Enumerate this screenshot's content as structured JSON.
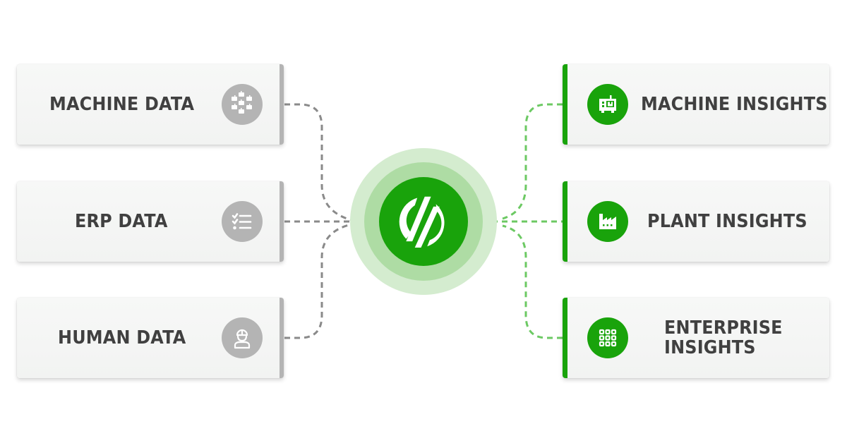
{
  "colors": {
    "brand_green": "#19a30b",
    "ring_outer": "#d4eccf",
    "ring_middle": "#aedca4",
    "input_gray": "#b4b4b4",
    "text_dark": "#404040",
    "connector_gray": "#8a8a8a",
    "connector_green": "#6cc963"
  },
  "inputs": [
    {
      "label": "MACHINE DATA",
      "icon": "machines-cluster-icon"
    },
    {
      "label": "ERP DATA",
      "icon": "checklist-icon"
    },
    {
      "label": "HUMAN DATA",
      "icon": "worker-hardhat-icon"
    }
  ],
  "hub": {
    "icon": "brand-logo-icon"
  },
  "outputs": [
    {
      "label_line1": "MACHINE INSIGHTS",
      "label_line2": "",
      "icon": "machine-icon"
    },
    {
      "label_line1": "PLANT INSIGHTS",
      "label_line2": "",
      "icon": "factory-icon"
    },
    {
      "label_line1": "ENTERPRISE",
      "label_line2": "INSIGHTS",
      "icon": "grid-icon"
    }
  ]
}
